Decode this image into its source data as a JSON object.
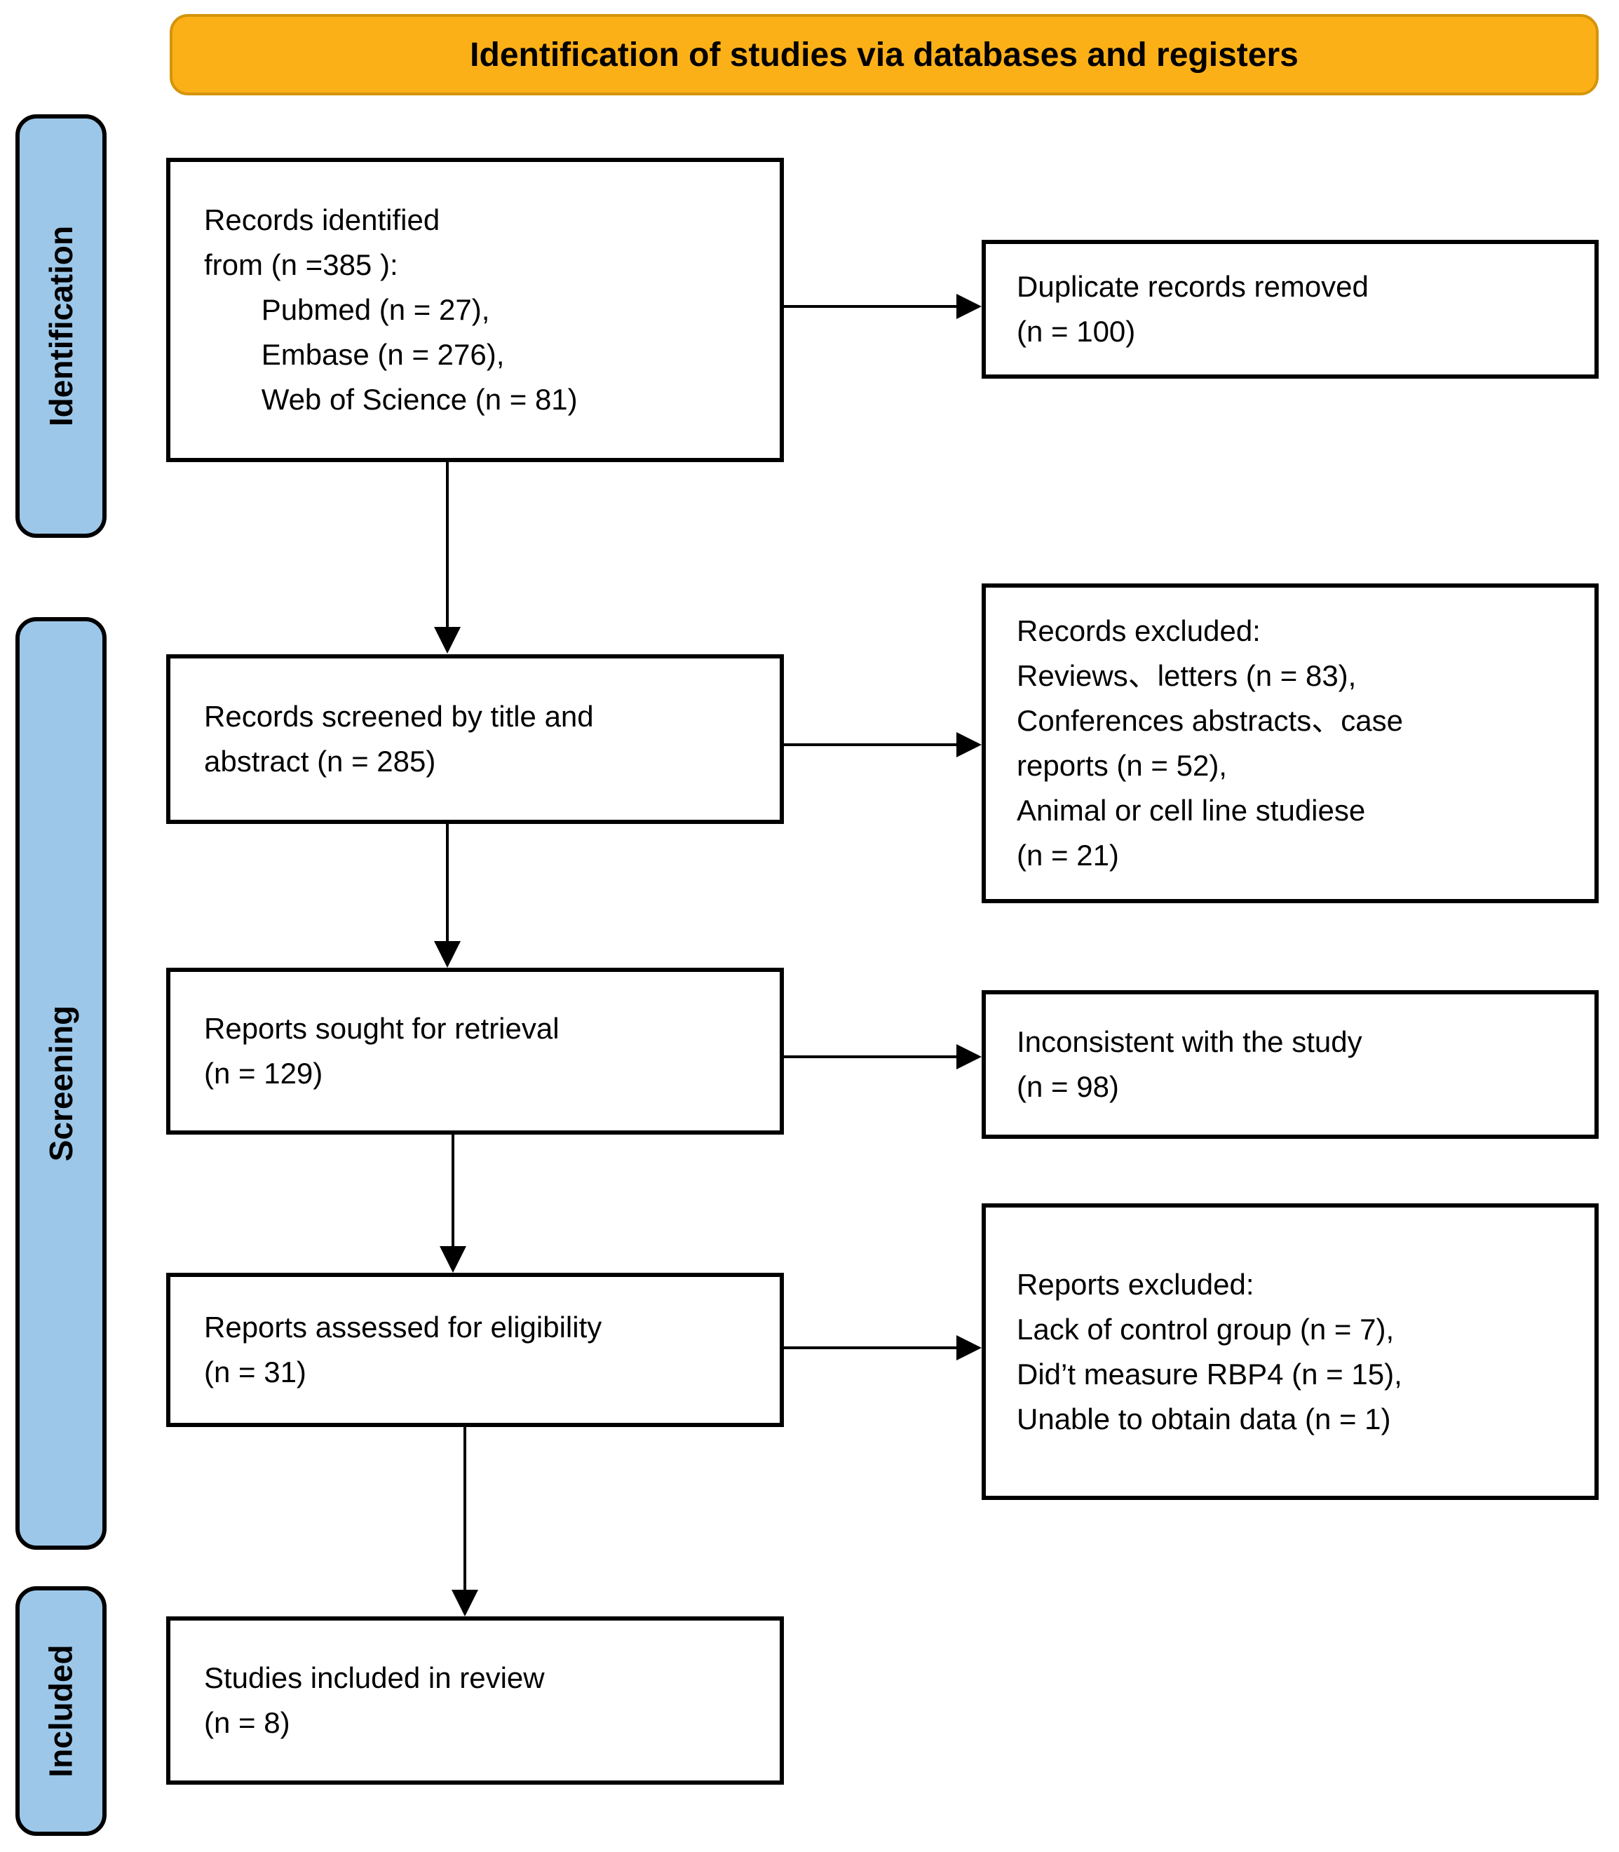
{
  "banner": {
    "title": "Identification of studies via databases and registers"
  },
  "stages": {
    "identification": "Identification",
    "screening": "Screening",
    "included": "Included"
  },
  "flow_boxes": {
    "records_identified": {
      "lines": [
        "Records identified",
        "from (n =385 ):",
        "       Pubmed (n = 27),",
        "       Embase (n = 276),",
        "       Web of Science (n = 81)"
      ]
    },
    "records_screened": {
      "lines": [
        "Records screened by title and",
        "abstract (n = 285)"
      ]
    },
    "reports_sought": {
      "lines": [
        "Reports sought for retrieval",
        "(n = 129)"
      ]
    },
    "reports_assessed": {
      "lines": [
        "Reports assessed for eligibility",
        "(n = 31)"
      ]
    },
    "studies_included": {
      "lines": [
        "Studies included in review",
        "(n = 8)"
      ]
    }
  },
  "exclusion_boxes": {
    "duplicates_removed": {
      "lines": [
        "Duplicate records removed",
        "(n = 100)"
      ]
    },
    "records_excluded": {
      "lines": [
        "Records excluded:",
        "Reviews、letters (n = 83),",
        "Conferences abstracts、case",
        "reports (n = 52),",
        "Animal or cell line studiese",
        "(n = 21)"
      ]
    },
    "inconsistent": {
      "lines": [
        "Inconsistent with the study",
        "(n = 98)"
      ]
    },
    "reports_excluded": {
      "lines": [
        "Reports excluded:",
        "Lack of control group (n = 7),",
        "Did’t measure RBP4 (n = 15),",
        "Unable to obtain data (n = 1)"
      ]
    }
  },
  "colors": {
    "banner_fill": "#FCB018",
    "banner_border": "#D4940B",
    "stage_fill": "#9CC7E9",
    "box_fill": "#FFFFFF",
    "box_border": "#000000",
    "arrow": "#000000",
    "text": "#000000"
  }
}
